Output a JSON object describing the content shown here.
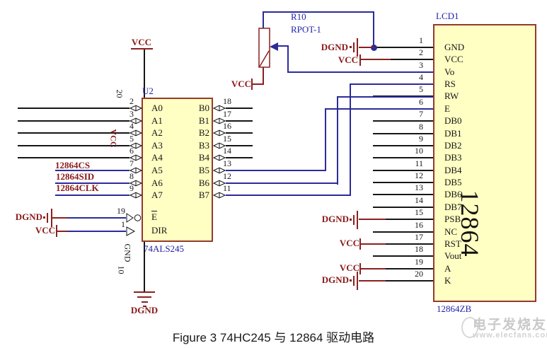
{
  "caption": "Figure 3 74HC245 与 12864 驱动电路",
  "watermark": {
    "brand": "电子发烧友",
    "url": "www.elecfans.com"
  },
  "u2": {
    "ref": "U2",
    "part": "74ALS245",
    "a_pins": [
      {
        "num": "2",
        "name": "A0"
      },
      {
        "num": "3",
        "name": "A1"
      },
      {
        "num": "4",
        "name": "A2"
      },
      {
        "num": "5",
        "name": "A3"
      },
      {
        "num": "6",
        "name": "A4"
      },
      {
        "num": "7",
        "name": "A5"
      },
      {
        "num": "8",
        "name": "A6"
      },
      {
        "num": "9",
        "name": "A7"
      }
    ],
    "b_pins": [
      {
        "num": "18",
        "name": "B0"
      },
      {
        "num": "17",
        "name": "B1"
      },
      {
        "num": "16",
        "name": "B2"
      },
      {
        "num": "15",
        "name": "B3"
      },
      {
        "num": "14",
        "name": "B4"
      },
      {
        "num": "13",
        "name": "B5"
      },
      {
        "num": "12",
        "name": "B6"
      },
      {
        "num": "11",
        "name": "B7"
      }
    ],
    "e_pin": {
      "num": "19",
      "name": "E"
    },
    "dir_pin": {
      "num": "1",
      "name": "DIR"
    },
    "power_pin_num": "20",
    "ground_pin": {
      "num": "10",
      "name": "GND"
    }
  },
  "lcd": {
    "ref": "LCD1",
    "part": "12864ZB",
    "big_label": "12864",
    "pins": [
      {
        "num": "1",
        "name": "GND"
      },
      {
        "num": "2",
        "name": "VCC"
      },
      {
        "num": "3",
        "name": "Vo"
      },
      {
        "num": "4",
        "name": "RS"
      },
      {
        "num": "5",
        "name": "RW"
      },
      {
        "num": "6",
        "name": "E"
      },
      {
        "num": "7",
        "name": "DB0"
      },
      {
        "num": "8",
        "name": "DB1"
      },
      {
        "num": "9",
        "name": "DB2"
      },
      {
        "num": "10",
        "name": "DB3"
      },
      {
        "num": "11",
        "name": "DB4"
      },
      {
        "num": "12",
        "name": "DB5"
      },
      {
        "num": "13",
        "name": "DB6"
      },
      {
        "num": "14",
        "name": "DB7"
      },
      {
        "num": "15",
        "name": "PSB"
      },
      {
        "num": "16",
        "name": "NC"
      },
      {
        "num": "17",
        "name": "RST"
      },
      {
        "num": "18",
        "name": "Vout"
      },
      {
        "num": "19",
        "name": "A"
      },
      {
        "num": "20",
        "name": "K"
      }
    ]
  },
  "pot": {
    "ref": "R10",
    "part": "RPOT-1"
  },
  "nets": {
    "vcc": "VCC",
    "dgnd": "DGND",
    "cs": "12864CS",
    "sid": "12864SID",
    "clk": "12864CLK"
  },
  "colors": {
    "chip_fill": "#FFFFC4",
    "chip_border": "#943A2C",
    "wire_blue": "#2B2B9B",
    "wire_red": "#8B2020",
    "net_label_red": "#8B1A1A",
    "ref_label_blue": "#2222AA"
  }
}
